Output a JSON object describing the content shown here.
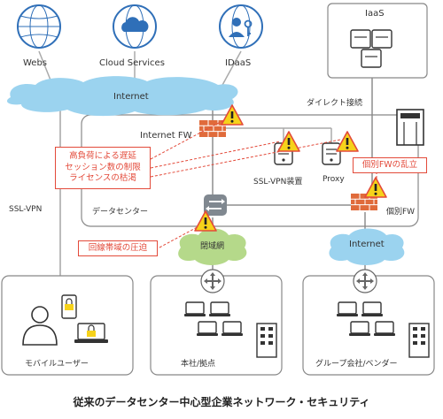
{
  "services": {
    "webs": "Webs",
    "cloud": "Cloud Services",
    "idaas": "IDaaS",
    "iaas": "IaaS"
  },
  "internet_top": "Internet",
  "direct_connect": "ダイレクト接続",
  "internet_fw": "Internet FW",
  "ssl_vpn_device": "SSL-VPN装置",
  "proxy": "Proxy",
  "ssl_vpn": "SSL-VPN",
  "datacenter": "データセンター",
  "individual_fw": "個別FW",
  "closed_network": "閉域網",
  "internet_bottom": "Internet",
  "issues": {
    "load": [
      "高負荷による遅延",
      "セッション数の制限",
      "ライセンスの枯渇"
    ],
    "fw_sprawl": "個別FWの乱立",
    "bandwidth": "回線帯域の圧迫"
  },
  "sites": {
    "mobile": "モバイルユーザー",
    "hq": "本社/拠点",
    "group": "グループ会社/ベンダー"
  },
  "caption": "従来のデータセンター中心型企業ネットワーク・セキュリティ",
  "colors": {
    "accent_blue": "#2f6fb8",
    "cloud_blue": "#9bd3ef",
    "closed_green": "#b5d98a",
    "firewall": "#e06b3b",
    "warning": "#f6d21a",
    "alert_red": "#e34a3a"
  }
}
